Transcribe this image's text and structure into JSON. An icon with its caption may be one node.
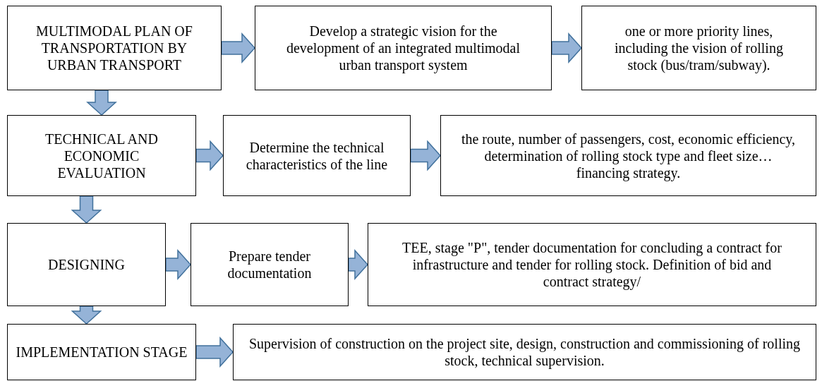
{
  "diagram": {
    "nodes": [
      {
        "text": [
          "MULTIMODAL PLAN OF TRANSPORTATION BY URBAN TRANSPORT"
        ]
      },
      {
        "text": [
          "Develop a strategic vision for the development of an integrated multimodal urban transport system"
        ]
      },
      {
        "text": [
          "one or more priority lines, including the vision of rolling stock (bus/tram/subway)."
        ]
      },
      {
        "text": [
          "TECHNICAL AND ECONOMIC EVALUATION"
        ]
      },
      {
        "text": [
          "Determine the technical characteristics of the line"
        ]
      },
      {
        "text": [
          "the route, number of passengers, cost, economic efficiency, determination of rolling stock type and fleet size… financing strategy."
        ]
      },
      {
        "text": [
          "DESIGNING"
        ]
      },
      {
        "text": [
          "Prepare tender documentation"
        ]
      },
      {
        "text": [
          "TEE, stage \"P\", tender documentation for concluding a contract for infrastructure and tender for rolling stock. Definition of bid and contract strategy/"
        ]
      },
      {
        "text": [
          "IMPLEMENTATION STAGE"
        ]
      },
      {
        "text": [
          "Supervision of construction on the project site, design, construction and commissioning of rolling stock, technical supervision."
        ]
      }
    ],
    "edges": [
      {
        "from": 0,
        "to": 1,
        "arrow": "to"
      },
      {
        "from": 1,
        "to": 2,
        "arrow": "to"
      },
      {
        "from": 0,
        "to": 3,
        "arrow": "to"
      },
      {
        "from": 3,
        "to": 4,
        "arrow": "to"
      },
      {
        "from": 4,
        "to": 5,
        "arrow": "to"
      },
      {
        "from": 3,
        "to": 6,
        "arrow": "to"
      },
      {
        "from": 6,
        "to": 7,
        "arrow": "to"
      },
      {
        "from": 7,
        "to": 8,
        "arrow": "to"
      },
      {
        "from": 6,
        "to": 9,
        "arrow": "to"
      },
      {
        "from": 9,
        "to": 10,
        "arrow": "to"
      }
    ]
  }
}
